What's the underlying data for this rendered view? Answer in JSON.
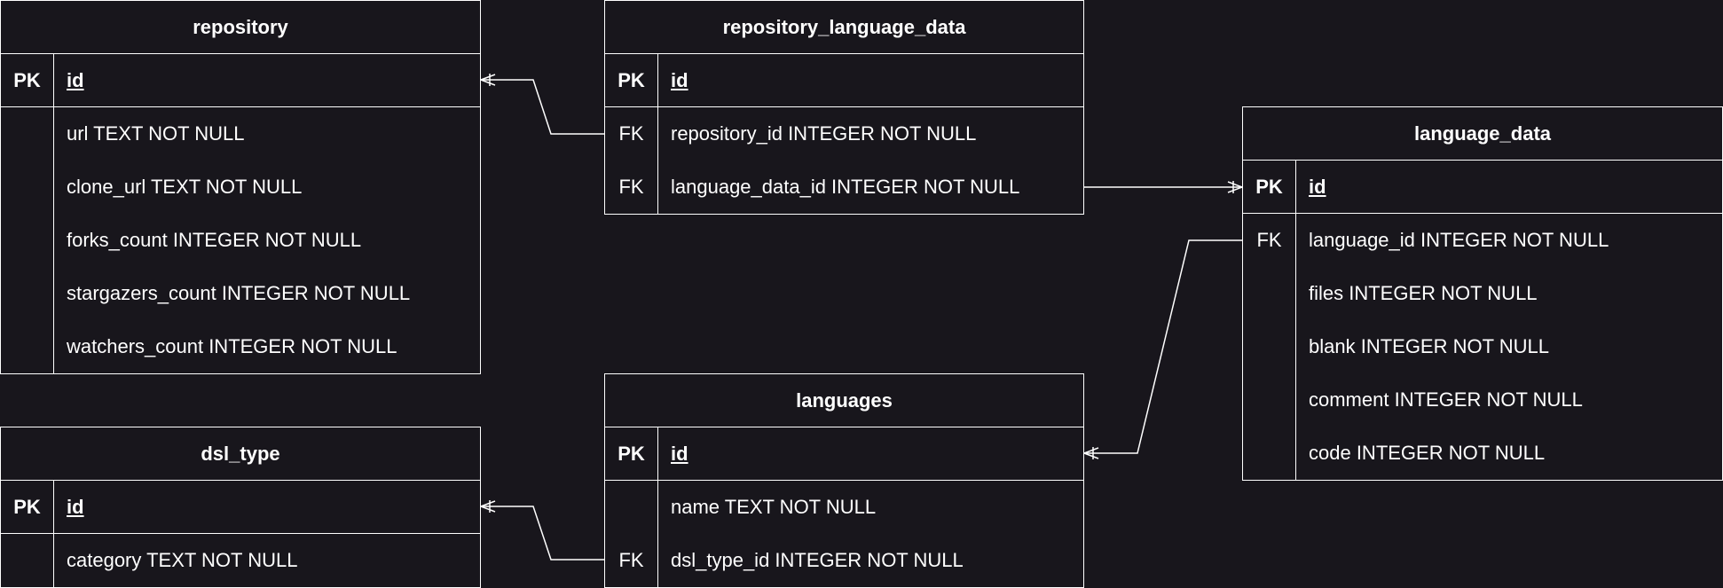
{
  "tables": {
    "repository": {
      "name": "repository",
      "pk": {
        "key": "PK",
        "field": "id"
      },
      "rows": [
        {
          "key": "",
          "field": "url TEXT NOT NULL"
        },
        {
          "key": "",
          "field": "clone_url TEXT NOT NULL"
        },
        {
          "key": "",
          "field": "forks_count INTEGER NOT NULL"
        },
        {
          "key": "",
          "field": "stargazers_count INTEGER NOT NULL"
        },
        {
          "key": "",
          "field": "watchers_count INTEGER NOT NULL"
        }
      ]
    },
    "repository_language_data": {
      "name": "repository_language_data",
      "pk": {
        "key": "PK",
        "field": "id"
      },
      "rows": [
        {
          "key": "FK",
          "field": "repository_id INTEGER NOT NULL"
        },
        {
          "key": "FK",
          "field": "language_data_id INTEGER NOT NULL"
        }
      ]
    },
    "language_data": {
      "name": "language_data",
      "pk": {
        "key": "PK",
        "field": "id"
      },
      "rows": [
        {
          "key": "FK",
          "field": "language_id INTEGER NOT NULL"
        },
        {
          "key": "",
          "field": "files INTEGER NOT NULL"
        },
        {
          "key": "",
          "field": "blank INTEGER NOT NULL"
        },
        {
          "key": "",
          "field": "comment INTEGER NOT NULL"
        },
        {
          "key": "",
          "field": "code INTEGER NOT NULL"
        }
      ]
    },
    "languages": {
      "name": "languages",
      "pk": {
        "key": "PK",
        "field": "id"
      },
      "rows": [
        {
          "key": "",
          "field": "name TEXT NOT NULL"
        },
        {
          "key": "FK",
          "field": "dsl_type_id INTEGER NOT NULL"
        }
      ]
    },
    "dsl_type": {
      "name": "dsl_type",
      "pk": {
        "key": "PK",
        "field": "id"
      },
      "rows": [
        {
          "key": "",
          "field": "category TEXT NOT NULL"
        }
      ]
    }
  },
  "relationships": [
    {
      "from": "repository_language_data.repository_id",
      "to": "repository.id",
      "cardinality": "one-or-many"
    },
    {
      "from": "repository_language_data.language_data_id",
      "to": "language_data.id",
      "cardinality": "one-or-many"
    },
    {
      "from": "language_data.language_id",
      "to": "languages.id",
      "cardinality": "one-or-many"
    },
    {
      "from": "languages.dsl_type_id",
      "to": "dsl_type.id",
      "cardinality": "one-or-many"
    }
  ],
  "colors": {
    "background": "#18161c",
    "line": "#ffffff",
    "text": "#ffffff"
  }
}
